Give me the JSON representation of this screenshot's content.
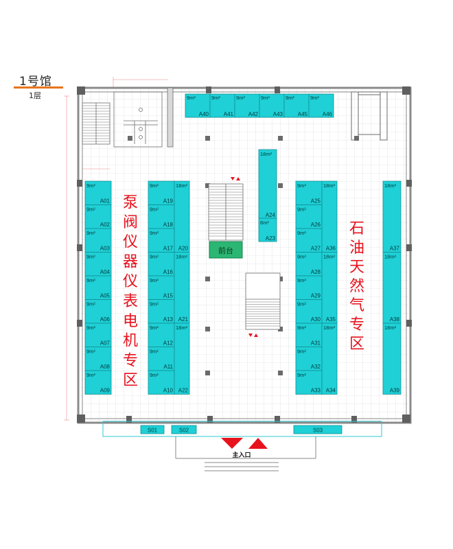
{
  "header": {
    "hall": "1号馆",
    "floor": "1层"
  },
  "zones": {
    "left": "泵阀仪器仪表电机专区",
    "right": "石油天然气专区"
  },
  "reception": "前台",
  "entrance": "主入口",
  "colors": {
    "booth": "#1fd0d6",
    "booth_border": "#0e8f93",
    "reception": "#2bb673",
    "zone_text": "#e8121d",
    "wall": "#8a8a8a",
    "grid": "#d3d3d3",
    "entrance_marker": "#e8121d",
    "accent": "#e8741c"
  },
  "booths": {
    "top": [
      {
        "id": "A40",
        "size": "9m²"
      },
      {
        "id": "A41",
        "size": "9m²"
      },
      {
        "id": "A42",
        "size": "9m²"
      },
      {
        "id": "A43",
        "size": "9m²"
      },
      {
        "id": "A45",
        "size": "9m²"
      },
      {
        "id": "A46",
        "size": "9m²"
      }
    ],
    "col1": [
      {
        "id": "A01",
        "size": "9m²"
      },
      {
        "id": "A02",
        "size": "9m²"
      },
      {
        "id": "A03",
        "size": "9m²"
      },
      {
        "id": "A04",
        "size": "9m²"
      },
      {
        "id": "A05",
        "size": "9m²"
      },
      {
        "id": "A06",
        "size": "9m²"
      },
      {
        "id": "A07",
        "size": "9m²"
      },
      {
        "id": "A08",
        "size": "9m²"
      },
      {
        "id": "A09",
        "size": "9m²"
      }
    ],
    "col2": [
      {
        "id": "A19",
        "size": "9m²"
      },
      {
        "id": "A18",
        "size": "9m²"
      },
      {
        "id": "A17",
        "size": "9m²"
      },
      {
        "id": "A16",
        "size": "9m²"
      },
      {
        "id": "A15",
        "size": "9m²"
      },
      {
        "id": "A13",
        "size": "9m²"
      },
      {
        "id": "A12",
        "size": "9m²"
      },
      {
        "id": "A11",
        "size": "9m²"
      },
      {
        "id": "A10",
        "size": "9m²"
      }
    ],
    "col3": [
      {
        "id": "A20",
        "size": "18m²"
      },
      {
        "id": "A21",
        "size": "18m²"
      },
      {
        "id": "A22",
        "size": "18m²"
      }
    ],
    "center": [
      {
        "id": "A24",
        "size": "18m²"
      },
      {
        "id": "A23",
        "size": "6m²"
      }
    ],
    "col4": [
      {
        "id": "A25",
        "size": "9m²"
      },
      {
        "id": "A26",
        "size": "9m²"
      },
      {
        "id": "A27",
        "size": "9m²"
      },
      {
        "id": "A28",
        "size": "9m²"
      },
      {
        "id": "A29",
        "size": "9m²"
      },
      {
        "id": "A30",
        "size": "9m²"
      },
      {
        "id": "A31",
        "size": "9m²"
      },
      {
        "id": "A32",
        "size": "9m²"
      },
      {
        "id": "A33",
        "size": "9m²"
      }
    ],
    "col5": [
      {
        "id": "A36",
        "size": "18m²"
      },
      {
        "id": "A35",
        "size": "18m²"
      },
      {
        "id": "A34",
        "size": "18m²"
      }
    ],
    "col6": [
      {
        "id": "A37",
        "size": "18m²"
      },
      {
        "id": "A38",
        "size": "18m²"
      },
      {
        "id": "A39",
        "size": "18m²"
      }
    ],
    "bottom": [
      {
        "id": "S01"
      },
      {
        "id": "S02"
      },
      {
        "id": "S03"
      }
    ]
  }
}
